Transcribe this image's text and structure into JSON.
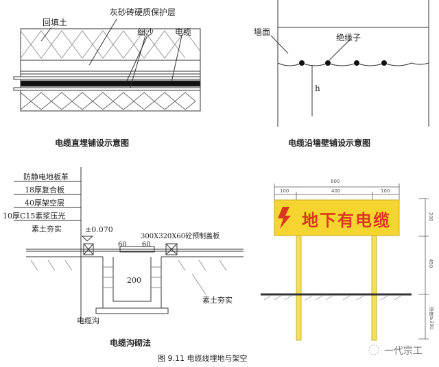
{
  "direct_burial": {
    "label_backfill": "回填土",
    "label_protect": "灰砂砖硬质保护层",
    "label_sand": "细沙",
    "label_cable": "电缆",
    "title": "电缆直埋铺设示意图"
  },
  "wall_mount": {
    "label_wall": "墙面",
    "label_insulator": "绝缘子",
    "label_h": "h",
    "title": "电缆沿墙壁铺设示意图"
  },
  "trench": {
    "layers": [
      "防静电地板革",
      "18厚复合板",
      "40厚架空层",
      "10厚C15素浆压光",
      "素土夯实"
    ],
    "elevation": "±0.070",
    "cover": "300X320X60砼预制盖板",
    "dim_60a": "60",
    "dim_60b": "60",
    "dim_200": "200",
    "soil": "素土夯实",
    "trench_label": "电缆沟",
    "title": "电缆沟砌法"
  },
  "sign": {
    "text": "地下有电缆",
    "dim_total": "600",
    "dim_left": "100",
    "dim_mid": "400",
    "dim_right": "100",
    "dim_200": "200",
    "dim_450": "450",
    "dim_depth": "深度≥300",
    "colors": {
      "board": "#f7d531",
      "text": "#d9381e"
    }
  },
  "caption": "图 9.11 电缆线埋地与架空",
  "watermark": "一代宗工"
}
